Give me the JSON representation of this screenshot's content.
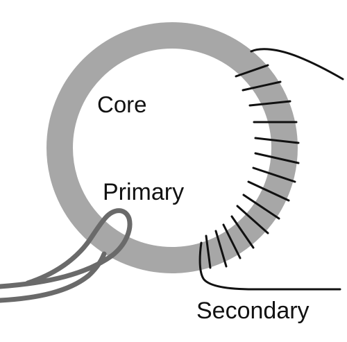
{
  "diagram": {
    "labels": {
      "core": "Core",
      "primary": "Primary",
      "secondary": "Secondary"
    },
    "colors": {
      "core_ring": "#a7a7a7",
      "primary_wire": "#6a6a6a",
      "secondary_wire": "#111111",
      "background": "#ffffff"
    }
  }
}
